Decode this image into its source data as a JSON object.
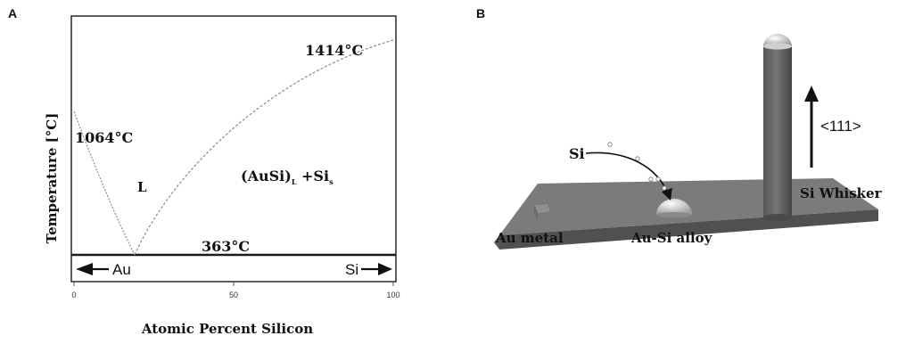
{
  "panel_a": {
    "letter": "A",
    "y_label": "Temperature [°C]",
    "x_label": "Atomic Percent Silicon",
    "melt_au": "1064°C",
    "melt_si": "1414°C",
    "eutectic": "363°C",
    "region_liquid": "L",
    "region_two_phase_base": "(AuSi)",
    "region_two_phase_sub1": "L",
    "region_two_phase_mid": " +Si",
    "region_two_phase_sub2": "s",
    "axis_left": "Au",
    "axis_right": "Si",
    "ticks": [
      "0",
      "50",
      "100"
    ]
  },
  "panel_b": {
    "letter": "B",
    "si_label": "Si",
    "direction_label": "<111>",
    "whisker_label": "Si Whisker",
    "au_metal_label": "Au metal",
    "alloy_label": "Au-Si alloy"
  },
  "chart_data": {
    "type": "line",
    "x_domain": [
      0,
      100
    ],
    "x_ticks": [
      0,
      50,
      100
    ],
    "xlabel": "Atomic Percent Silicon",
    "ylabel": "Temperature [°C]",
    "series": [
      {
        "x": [
          0,
          19
        ],
        "y": [
          1064,
          363
        ]
      },
      {
        "x": [
          19,
          100
        ],
        "y": [
          363,
          1414
        ]
      }
    ],
    "eutectic": {
      "x": 19,
      "y": 363
    },
    "colors": {
      "liquidus": "#8a8a8a",
      "frame": "#1a1a1a"
    }
  }
}
